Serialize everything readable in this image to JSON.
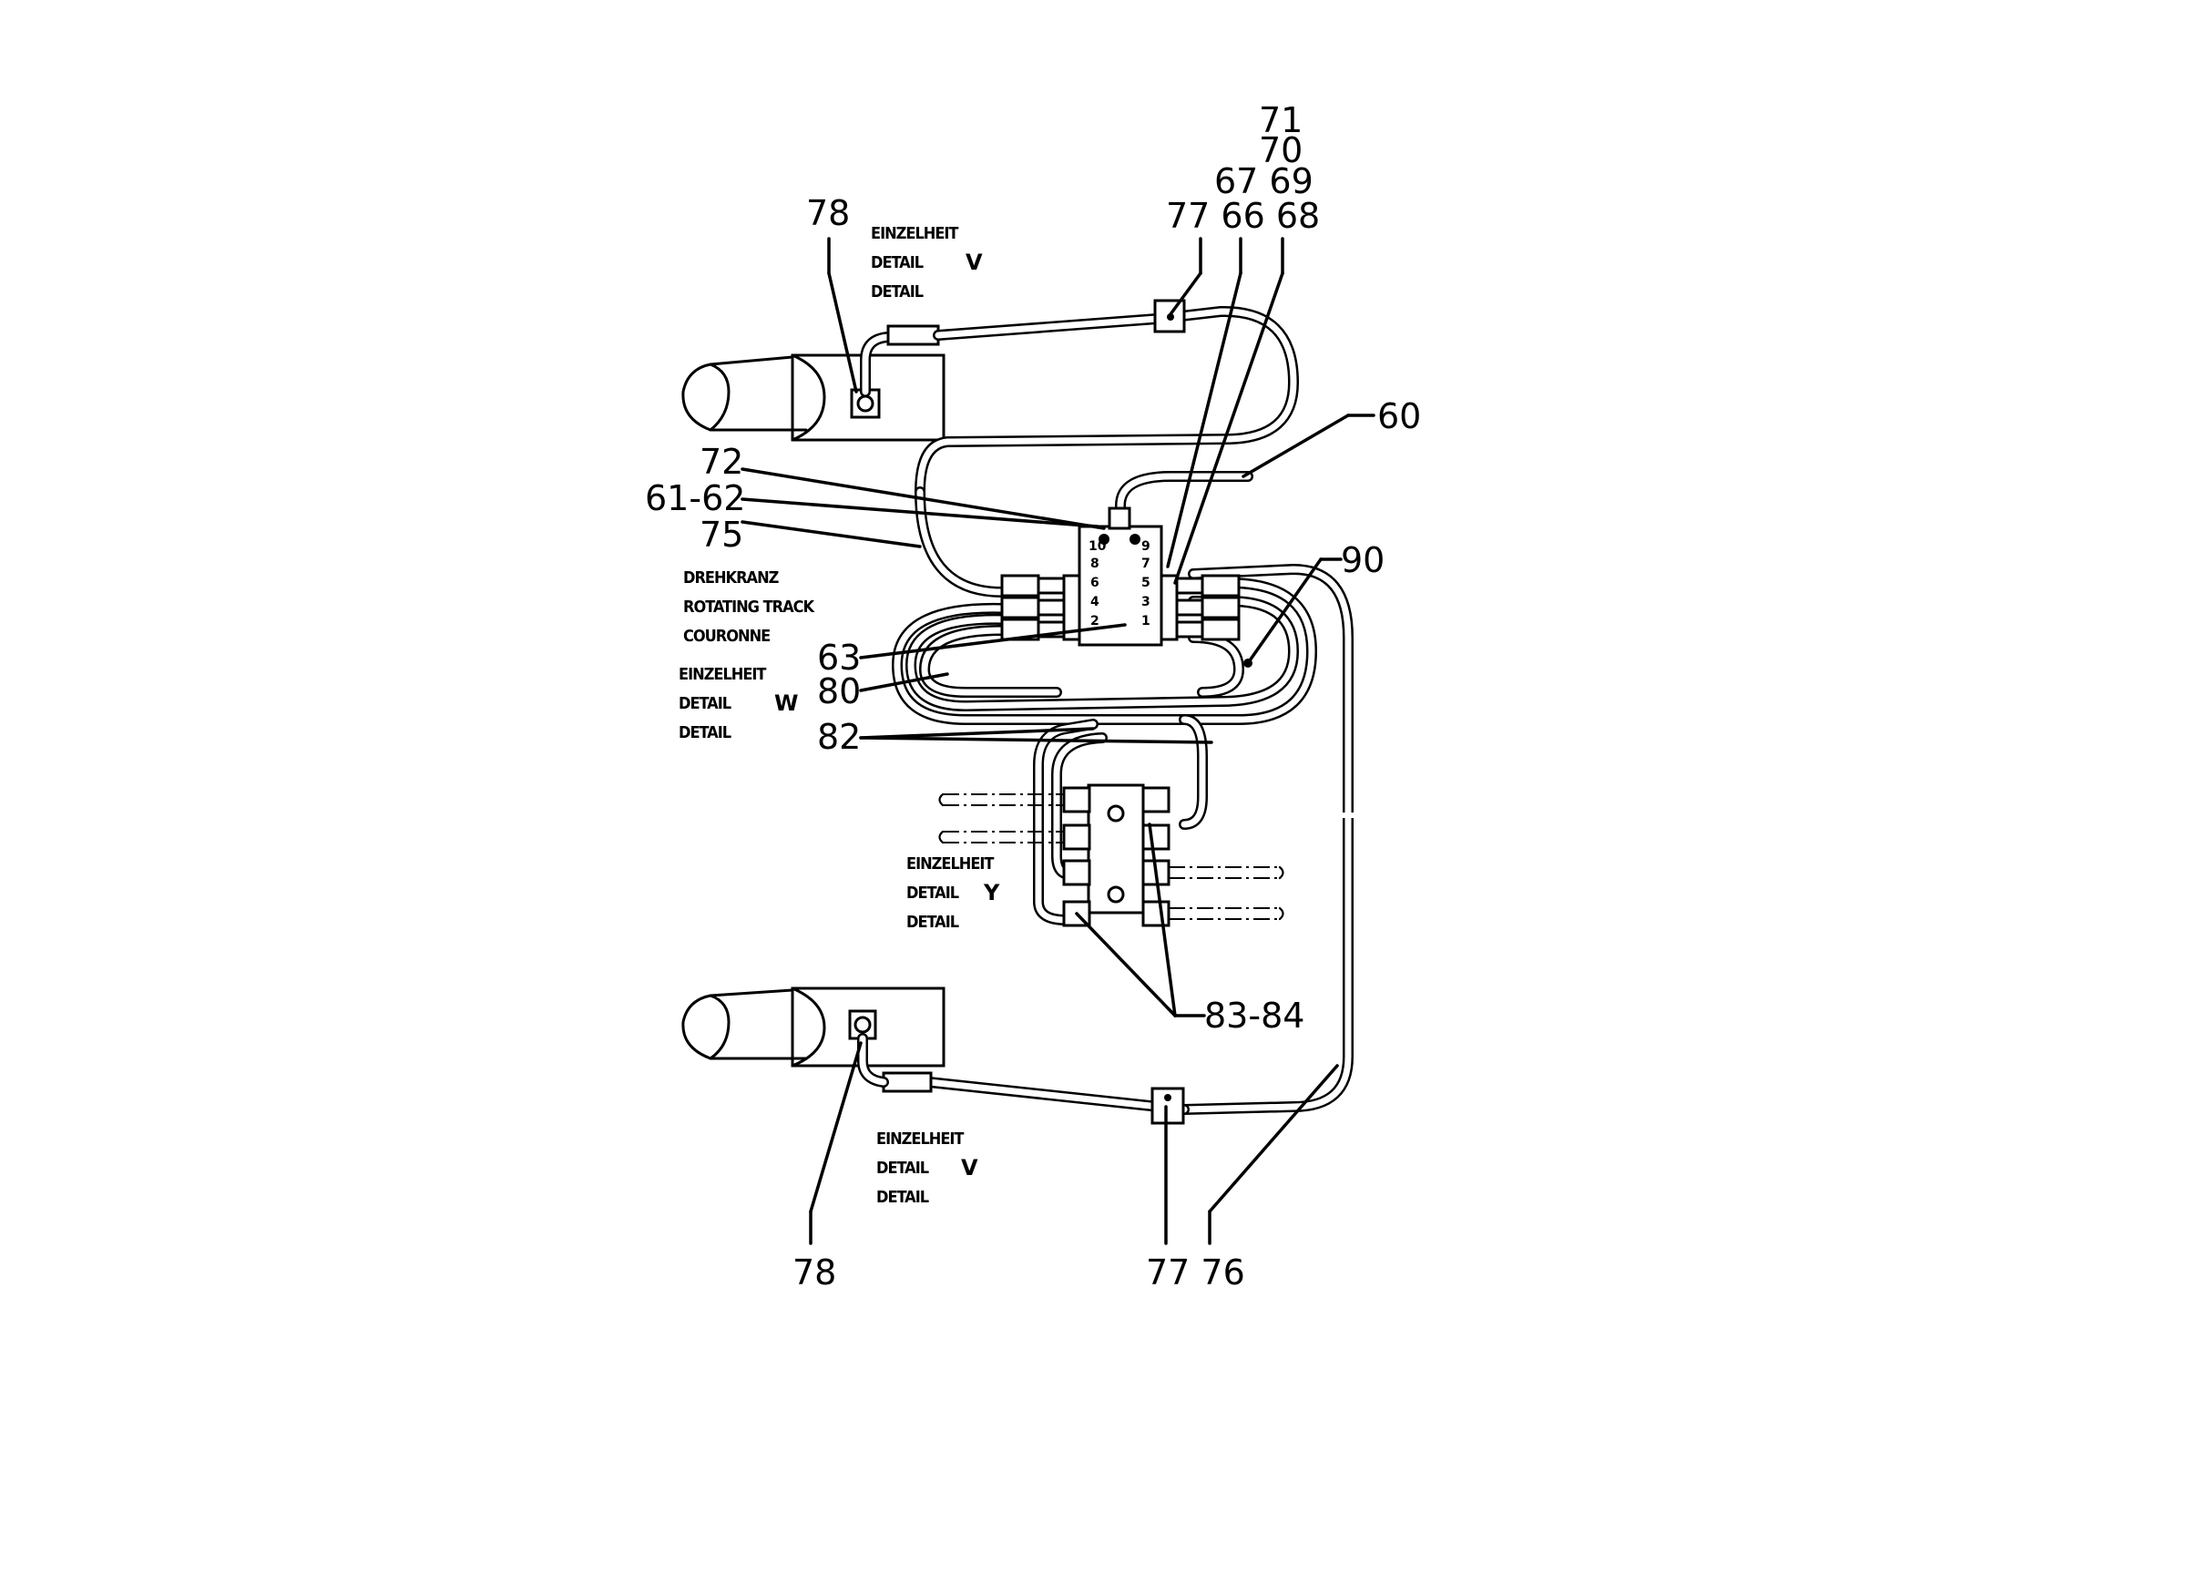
{
  "callouts": {
    "c71": "71",
    "c70": "70",
    "c67_69": "67 69",
    "c77_66_68": "77 66 68",
    "c78_top": "78",
    "c60": "60",
    "c72": "72",
    "c61_62": "61-62",
    "c75": "75",
    "c90": "90",
    "c63": "63",
    "c80": "80",
    "c82": "82",
    "c83_84": "83-84",
    "c78_bottom": "78",
    "c77_76": "77 76"
  },
  "notes": {
    "detail_v_top": {
      "line1": "EINZELHEIT",
      "line2": "DETAIL",
      "letter": "V",
      "line3": "DETAIL"
    },
    "rotating_track": {
      "line1": "DREHKRANZ",
      "line2": "ROTATING TRACK",
      "line3": "COURONNE"
    },
    "detail_w": {
      "line1": "EINZELHEIT",
      "line2": "DETAIL",
      "letter": "W",
      "line3": "DETAIL"
    },
    "detail_y": {
      "line1": "EINZELHEIT",
      "line2": "DETAIL",
      "letter": "Y",
      "line3": "DETAIL"
    },
    "detail_v_bottom": {
      "line1": "EINZELHEIT",
      "line2": "DETAIL",
      "letter": "V",
      "line3": "DETAIL"
    }
  },
  "distributor_ports": {
    "left": [
      "10",
      "8",
      "6",
      "4",
      "2"
    ],
    "right": [
      "9",
      "7",
      "5",
      "3",
      "1"
    ]
  },
  "colors": {
    "ink": "#000000",
    "paper": "#ffffff"
  }
}
